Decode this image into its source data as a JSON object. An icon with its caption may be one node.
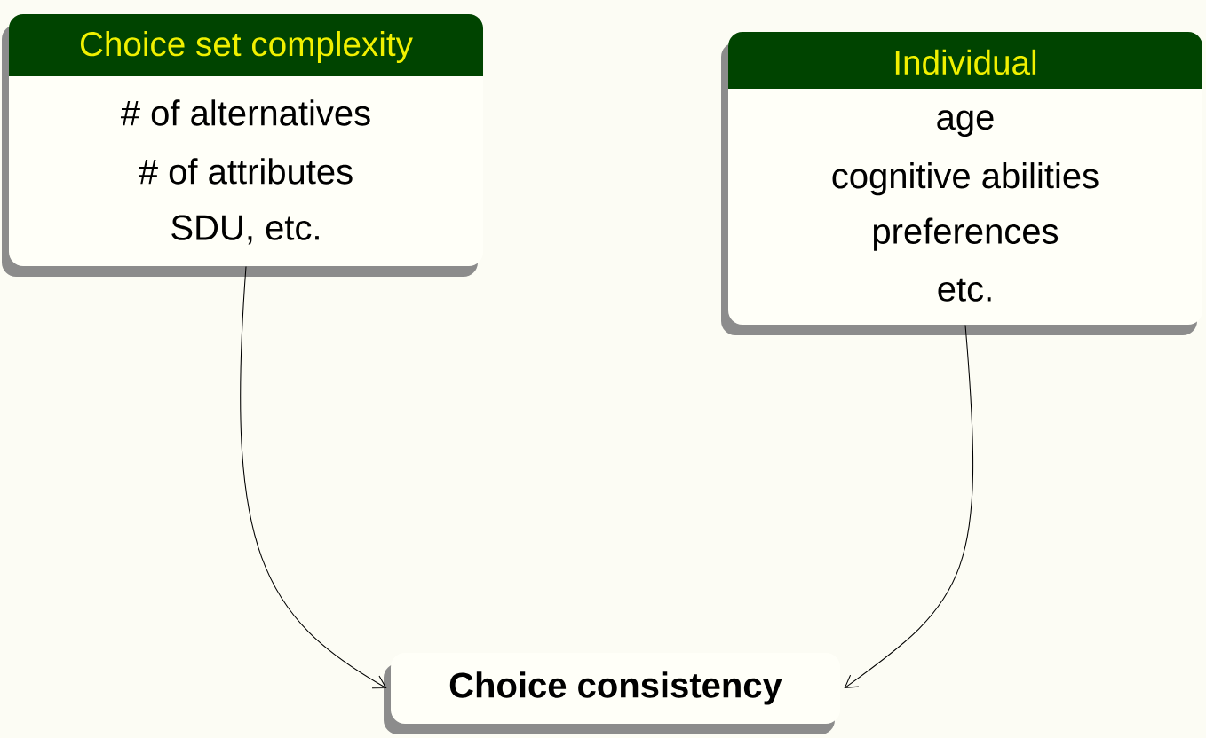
{
  "diagram": {
    "nodes": [
      {
        "text": [
          "Choice set complexity",
          "# of alternatives",
          "# of attributes",
          "SDU, etc."
        ]
      },
      {
        "text": [
          "Individual",
          "age",
          "cognitive abilities",
          "preferences",
          "etc."
        ]
      },
      {
        "text": [
          "**Choice consistency**"
        ]
      }
    ],
    "edges": [
      {
        "from": 0,
        "to": 2,
        "arrow": "to"
      },
      {
        "from": 1,
        "to": 2,
        "arrow": "to"
      }
    ]
  }
}
